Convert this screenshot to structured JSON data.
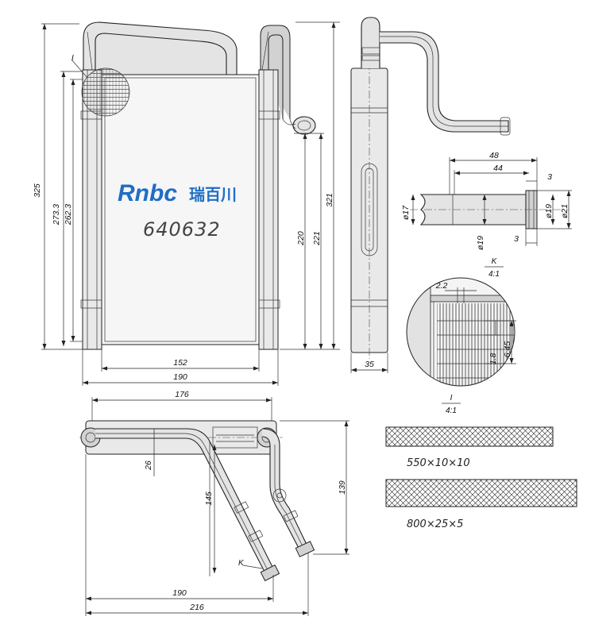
{
  "brand": {
    "name": "Rnbc",
    "cn": "瑞百川",
    "color": "#1f6dc6"
  },
  "part_number": "640632",
  "front_view": {
    "height_overall": "325",
    "height_1": "273.3",
    "height_2": "262.3",
    "core_width": "152",
    "width": "190",
    "detail_i": "I"
  },
  "pipe_view": {
    "h_321": "321",
    "h_220": "220",
    "h_221": "221"
  },
  "side_view": {
    "depth": "35"
  },
  "detail_k": {
    "len_48": "48",
    "len_44": "44",
    "len_3a": "3",
    "len_3b": "3",
    "dia_17": "ø17",
    "dia_19a": "ø19",
    "dia_19b": "ø19",
    "dia_21": "ø21",
    "caption_name": "K",
    "caption_scale": "4:1"
  },
  "detail_i": {
    "pitch": "2.2",
    "fin": "1.8",
    "tube": "6.45",
    "caption_name": "I",
    "caption_scale": "4:1"
  },
  "top_view": {
    "w_176": "176",
    "d_26": "26",
    "l_145": "145",
    "h_139": "139",
    "w_190": "190",
    "w_216": "216",
    "k_label": "K"
  },
  "materials": [
    {
      "size": "550×10×10"
    },
    {
      "size": "800×25×5"
    }
  ]
}
